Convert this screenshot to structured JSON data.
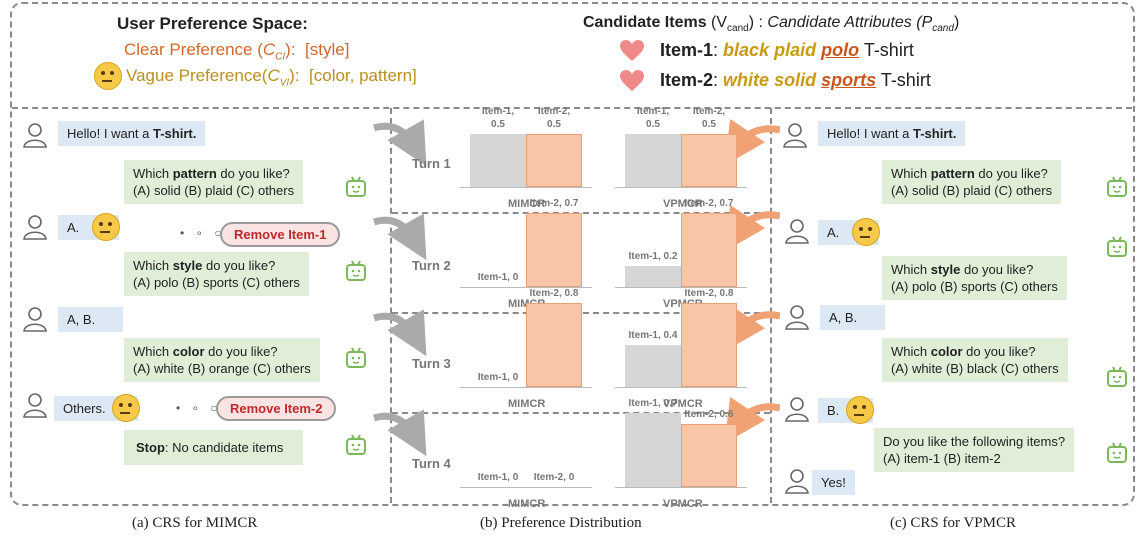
{
  "header": {
    "left_title": "User Preference Space:",
    "clear_pref": "Clear  Preference (",
    "clear_sym": "C",
    "clear_sub": "CI",
    "clear_close": "):",
    "clear_val": "[style]",
    "vague_pref": "Vague Preference(",
    "vague_sym": "C",
    "vague_sub": "VI",
    "vague_close": "):",
    "vague_val": "[color, pattern]",
    "right_title_bold": "Candidate Items",
    "right_vcand": "(V",
    "right_vcand_sub": "cand",
    "right_vcand_close": ") :",
    "right_attr": "Candidate Attributes",
    "right_pcand": "(P",
    "right_pcand_sub": "cand",
    "right_pcand_close": ")",
    "item1_label": "Item-1",
    "item1_colon": ":",
    "item1_a": "black",
    "item1_b": "plaid",
    "item1_c": "polo",
    "item1_tail": "T-shirt",
    "item2_label": "Item-2",
    "item2_colon": ":",
    "item2_a": "white",
    "item2_b": "solid",
    "item2_c": "sports",
    "item2_tail": "T-shirt"
  },
  "left": {
    "u1_pre": "Hello! I want a ",
    "u1_bold": "T-shirt.",
    "s1_pre": "Which ",
    "s1_bold": "pattern",
    "s1_post": " do you like?",
    "s1_opts": "(A) solid  (B) plaid  (C) others",
    "u2": "A.",
    "remove1": "Remove Item-1",
    "s2_pre": "Which ",
    "s2_bold": "style",
    "s2_post": " do you like?",
    "s2_opts": "(A) polo  (B) sports (C) others",
    "u3": "A, B.",
    "s3_pre": "Which ",
    "s3_bold": "color",
    "s3_post": " do you like?",
    "s3_opts": "(A) white  (B) orange  (C) others",
    "u4": "Others.",
    "remove2": "Remove Item-2",
    "s4_bold": "Stop",
    "s4_post": ": No candidate items"
  },
  "right": {
    "u1_pre": "Hello! I want a ",
    "u1_bold": "T-shirt.",
    "s1_pre": "Which ",
    "s1_bold": "pattern",
    "s1_post": " do you like?",
    "s1_opts": "(A) solid  (B) plaid  (C) others",
    "u2": "A.",
    "s2_pre": "Which ",
    "s2_bold": "style",
    "s2_post": " do you like?",
    "s2_opts": "(A) polo  (B) sports (C) others",
    "u3": "A, B.",
    "s3_pre": "Which ",
    "s3_bold": "color",
    "s3_post": " do you like?",
    "s3_opts": "(A) white  (B) black  (C) others",
    "u4": "B.",
    "s4_line1": "Do you like the following items?",
    "s4_line2": "(A) item-1 (B) item-2",
    "u5": "Yes!"
  },
  "middle": {
    "turns": [
      "Turn 1",
      "Turn 2",
      "Turn 3",
      "Turn 4"
    ],
    "mimcr_label": "MIMCR",
    "vpmcr_label": "VPMCR"
  },
  "chart_data": {
    "type": "bar",
    "categories": [
      "Item-1",
      "Item-2"
    ],
    "panels": [
      {
        "turn": "Turn 1",
        "method": "MIMCR",
        "values": [
          0.5,
          0.5
        ],
        "labels": [
          "Item-1,\n0.5",
          "Item-2,\n0.5"
        ]
      },
      {
        "turn": "Turn 1",
        "method": "VPMCR",
        "values": [
          0.5,
          0.5
        ],
        "labels": [
          "Item-1,\n0.5",
          "Item-2,\n0.5"
        ]
      },
      {
        "turn": "Turn 2",
        "method": "MIMCR",
        "values": [
          0,
          0.7
        ],
        "labels": [
          "Item-1, 0",
          "Item-2, 0.7"
        ]
      },
      {
        "turn": "Turn 2",
        "method": "VPMCR",
        "values": [
          0.2,
          0.7
        ],
        "labels": [
          "Item-1, 0.2",
          "Item-2, 0.7"
        ]
      },
      {
        "turn": "Turn 3",
        "method": "MIMCR",
        "values": [
          0,
          0.8
        ],
        "labels": [
          "Item-1, 0",
          "Item-2, 0.8"
        ]
      },
      {
        "turn": "Turn 3",
        "method": "VPMCR",
        "values": [
          0.4,
          0.8
        ],
        "labels": [
          "Item-1, 0.4",
          "Item-2, 0.8"
        ]
      },
      {
        "turn": "Turn 4",
        "method": "MIMCR",
        "values": [
          0,
          0
        ],
        "labels": [
          "Item-1, 0",
          "Item-2, 0"
        ]
      },
      {
        "turn": "Turn 4",
        "method": "VPMCR",
        "values": [
          0.7,
          0.6
        ],
        "labels": [
          "Item-1, 0.7",
          "Item-2, 0.6"
        ]
      }
    ],
    "colors": {
      "item1": "#d6d6d6",
      "item2": "#f8c5a6"
    }
  },
  "captions": {
    "a": "(a) CRS for MIMCR",
    "b": "(b)  Preference Distribution",
    "c": "(c) CRS for VPMCR"
  }
}
